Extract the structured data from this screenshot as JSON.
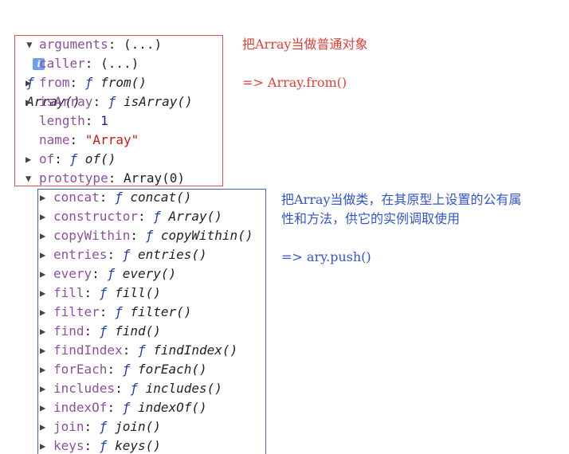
{
  "header": {
    "toggle": "▼",
    "info_icon": "i",
    "fn_symbol": "ƒ",
    "label": "Array()"
  },
  "static_props": [
    {
      "toggle": "",
      "key": "arguments",
      "value": "(...)",
      "type": "plain"
    },
    {
      "toggle": "",
      "key": "caller",
      "value": "(...)",
      "type": "plain"
    },
    {
      "toggle": "▶",
      "key": "from",
      "value": "from()",
      "type": "fn"
    },
    {
      "toggle": "▶",
      "key": "isArray",
      "value": "isArray()",
      "type": "fn"
    },
    {
      "toggle": "",
      "key": "length",
      "value": "1",
      "type": "num"
    },
    {
      "toggle": "",
      "key": "name",
      "value": "\"Array\"",
      "type": "str"
    },
    {
      "toggle": "▶",
      "key": "of",
      "value": "of()",
      "type": "fn"
    },
    {
      "toggle": "▼",
      "key": "prototype",
      "value": "Array(0)",
      "type": "plain"
    }
  ],
  "prototype_props": [
    {
      "toggle": "▶",
      "key": "concat",
      "value": "concat()",
      "type": "fn"
    },
    {
      "toggle": "▶",
      "key": "constructor",
      "value": "Array()",
      "type": "fn"
    },
    {
      "toggle": "▶",
      "key": "copyWithin",
      "value": "copyWithin()",
      "type": "fn"
    },
    {
      "toggle": "▶",
      "key": "entries",
      "value": "entries()",
      "type": "fn"
    },
    {
      "toggle": "▶",
      "key": "every",
      "value": "every()",
      "type": "fn"
    },
    {
      "toggle": "▶",
      "key": "fill",
      "value": "fill()",
      "type": "fn"
    },
    {
      "toggle": "▶",
      "key": "filter",
      "value": "filter()",
      "type": "fn"
    },
    {
      "toggle": "▶",
      "key": "find",
      "value": "find()",
      "type": "fn"
    },
    {
      "toggle": "▶",
      "key": "findIndex",
      "value": "findIndex()",
      "type": "fn"
    },
    {
      "toggle": "▶",
      "key": "forEach",
      "value": "forEach()",
      "type": "fn"
    },
    {
      "toggle": "▶",
      "key": "includes",
      "value": "includes()",
      "type": "fn"
    },
    {
      "toggle": "▶",
      "key": "indexOf",
      "value": "indexOf()",
      "type": "fn"
    },
    {
      "toggle": "▶",
      "key": "join",
      "value": "join()",
      "type": "fn"
    },
    {
      "toggle": "▶",
      "key": "keys",
      "value": "keys()",
      "type": "fn"
    }
  ],
  "notes": {
    "static_title": "把Array当做普通对象",
    "static_example": "=> Array.from()",
    "proto_title_1": "把Array当做类，在其原型上设置的公有属",
    "proto_title_2": "性和方法，供它的实例调取使用",
    "proto_example": "=> ary.push()"
  },
  "colors": {
    "key": "#8e4fa0",
    "number": "#1c1aa1",
    "string": "#c41a16",
    "red_annotation": "#e0403a",
    "blue_annotation": "#3355cc"
  }
}
